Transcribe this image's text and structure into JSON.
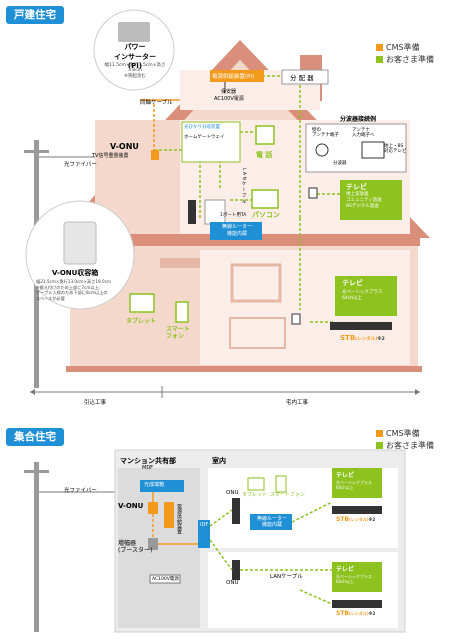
{
  "sections": {
    "house": {
      "title": "戸建住宅"
    },
    "apartment": {
      "title": "集合住宅"
    }
  },
  "legend": {
    "cms": "CMS準備",
    "customer": "お客さま準備"
  },
  "colors": {
    "orange": "#f39a1c",
    "green": "#8dc21f",
    "blue": "#1f8fd6",
    "roof": "#d98f7a",
    "wall": "#f4d8cc",
    "room": "#fbeee8"
  },
  "house": {
    "power_inserter_title": "パワー",
    "power_inserter_title2": "インサーター(PI)",
    "power_inserter_spec1": "幅11.5cm×奥行7.5cm×高さ3.8cm",
    "power_inserter_spec2": "※突起含む",
    "protector_label": "保安器",
    "ac_power_label": "AC100V電源",
    "synchro_cable_label": "同軸ケーブル",
    "power_feed_label": "電源供給装置(PI)",
    "splitter_label": "分 配 器",
    "onu_label": "V-ONU",
    "onu_sub": "TV信号重畳装置",
    "fiber_label": "光ファイバー",
    "hikari_label": "光ひかり分岐装置",
    "home_gateway": "ホームゲートウェイ",
    "phone_label": "電 話",
    "lan_label": "L A N ケ ー ブ ル",
    "pc_label": "パソコン",
    "ta_label": "1ポート用TA",
    "wifi_router_line1": "無線ルーター",
    "wifi_router_line2": "機能内蔵",
    "splitter_example_title": "分波器接続例",
    "antenna_terminal": "壁の",
    "antenna_terminal2": "アンテナ端子",
    "antenna_in_a": "アンテナ",
    "antenna_in_b": "入力端子へ",
    "bs_cs_label": "地上・BS",
    "bs_cs_label2": "対応テレビ",
    "splitter_small": "分波器",
    "tv_label": "テレビ",
    "tv_sub1": "地上波放送",
    "tv_sub2": "コミュニティ放送",
    "tv_sub3": "BSデジタル放送",
    "onu_box_title": "V-ONU収容箱",
    "onu_box_spec1": "幅21.5cm×奥行13.0cm×高さ19.0cm",
    "onu_box_spec2": "※据え付けのため上部に7cm以上、",
    "onu_box_spec3": "ケーブル入線のため下部に8cm以上の",
    "onu_box_spec4": "スペースが必要",
    "tablet_label": "タブレット",
    "smartphone_label": "スマート",
    "smartphone_label2": "フォン",
    "tv2_label": "テレビ",
    "tv2_sub1": "光ベーシックプラス",
    "tv2_sub2": "64ch以上",
    "stb_label": "STB",
    "stb_sub": "(レンタル)",
    "stb_note": "※2",
    "lead_in_label": "引込工事",
    "indoor_label": "宅内工事"
  },
  "apartment": {
    "common_area_label": "マンション共有部",
    "mdf_label": "MDF",
    "mdf_sub": "光成端箱",
    "indoor_label": "室内",
    "fiber_label": "光ファイバー",
    "onu_label": "V-ONU",
    "power_feed_label": "電源供給装置",
    "amp_label": "増幅器",
    "amp_sub": "(ブースター)",
    "ac_label": "AC100V電源",
    "onu_small": "ONU",
    "idf_label": "IDF",
    "wifi_router_line1": "無線ルーター",
    "wifi_router_line2": "機能内蔵",
    "tablet_label": "タブレット",
    "smartphone_label": "スマートフォン",
    "tv_label": "テレビ",
    "tv_sub1": "光ベーシックプラス",
    "tv_sub2": "64ch以上",
    "stb_label": "STB",
    "stb_sub": "(レンタル)",
    "stb_note": "※2",
    "lan_cable": "LANケーブル",
    "onu_small2": "ONU"
  }
}
